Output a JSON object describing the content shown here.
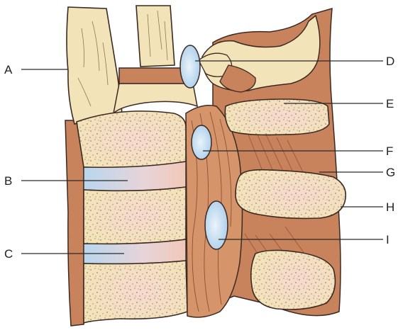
{
  "labels": {
    "a": "A",
    "b": "B",
    "c": "C",
    "d": "D",
    "e": "E",
    "f": "F",
    "g": "G",
    "h": "H",
    "i": "I"
  },
  "colors": {
    "bone": "#f3e3b8",
    "bone_dark": "#e2c98e",
    "tissue": "#cf8a62",
    "tissue_dark": "#b76a45",
    "disc": "#c7dff0",
    "outline": "#3a2a22",
    "speckle": "#4a3a30"
  }
}
